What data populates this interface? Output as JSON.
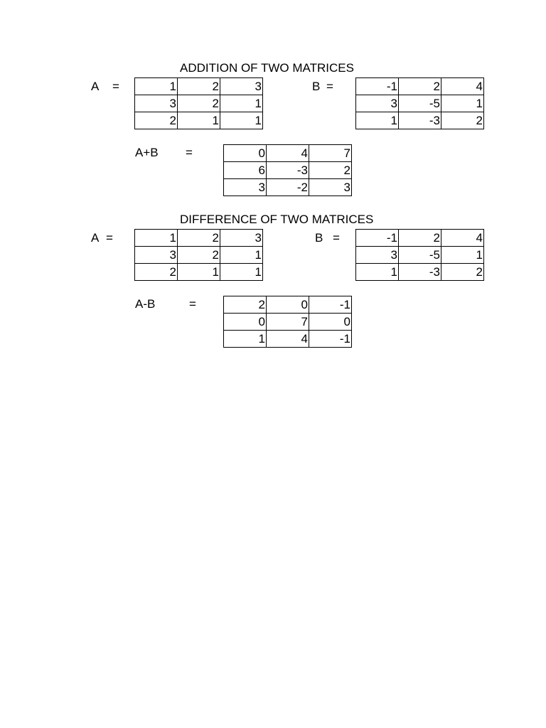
{
  "addition": {
    "title": "ADDITION OF TWO MATRICES",
    "a_label": "A",
    "a_eq": "=",
    "b_label": "B",
    "b_eq": "=",
    "matrix_a": [
      [
        "1",
        "2",
        "3"
      ],
      [
        "3",
        "2",
        "1"
      ],
      [
        "2",
        "1",
        "1"
      ]
    ],
    "matrix_b": [
      [
        "-1",
        "2",
        "4"
      ],
      [
        "3",
        "-5",
        "1"
      ],
      [
        "1",
        "-3",
        "2"
      ]
    ],
    "result_label": "A+B",
    "result_eq": "=",
    "result": [
      [
        "0",
        "4",
        "7"
      ],
      [
        "6",
        "-3",
        "2"
      ],
      [
        "3",
        "-2",
        "3"
      ]
    ]
  },
  "difference": {
    "title": "DIFFERENCE OF TWO MATRICES",
    "a_label": "A",
    "a_eq": "=",
    "b_label": "B",
    "b_eq": "=",
    "matrix_a": [
      [
        "1",
        "2",
        "3"
      ],
      [
        "3",
        "2",
        "1"
      ],
      [
        "2",
        "1",
        "1"
      ]
    ],
    "matrix_b": [
      [
        "-1",
        "2",
        "4"
      ],
      [
        "3",
        "-5",
        "1"
      ],
      [
        "1",
        "-3",
        "2"
      ]
    ],
    "result_label": "A-B",
    "result_eq": "=",
    "result": [
      [
        "2",
        "0",
        "-1"
      ],
      [
        "0",
        "7",
        "0"
      ],
      [
        "1",
        "4",
        "-1"
      ]
    ]
  }
}
